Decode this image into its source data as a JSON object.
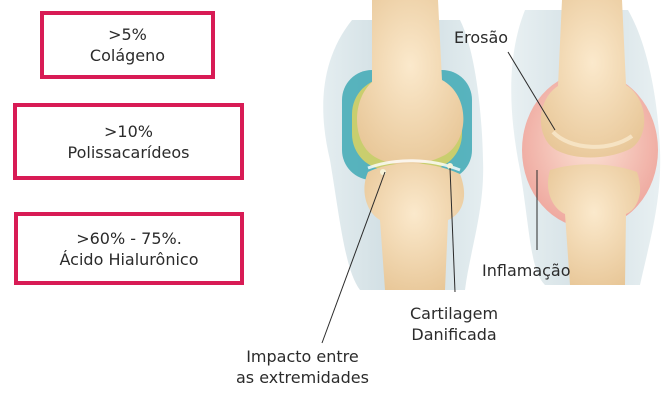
{
  "boxes": [
    {
      "line1": ">5%",
      "line2": "Colágeno"
    },
    {
      "line1": ">10%",
      "line2": "Polissacarídeos"
    },
    {
      "line1": ">60% - 75%.",
      "line2": "Ácido Hialurônico"
    }
  ],
  "labels": {
    "erosao": "Erosão",
    "inflamacao": "Inflamação",
    "cartilagem_line1": "Cartilagem",
    "cartilagem_line2": "Danificada",
    "impacto_line1": "Impacto entre",
    "impacto_line2": "as extremidades"
  },
  "colors": {
    "accent_border": "#d81b55",
    "bone": "#f2d9b0",
    "synovial_fluid": "#3fa9b5",
    "inflammation": "#f1a9a0"
  }
}
